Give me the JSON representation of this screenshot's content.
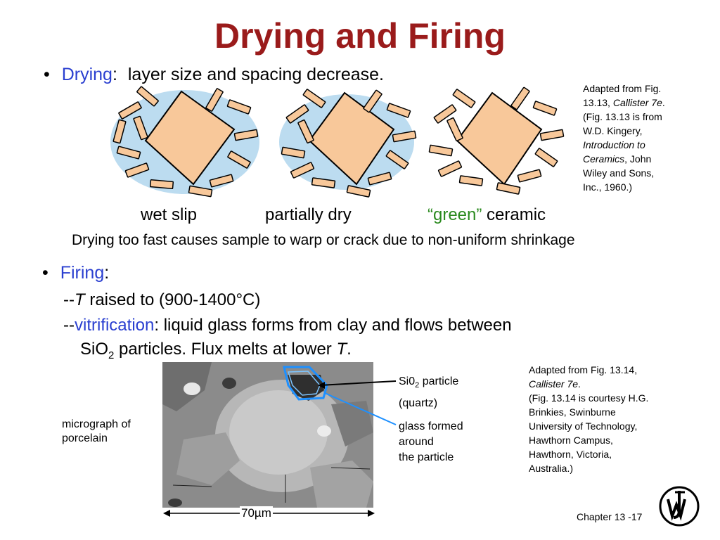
{
  "title": "Drying and Firing",
  "drying": {
    "bullet": "•",
    "term": "Drying",
    "colon": ":",
    "text": "layer size and spacing decrease.",
    "stages": [
      "wet slip",
      "partially dry"
    ],
    "green_label": "“green”",
    "ceramic_word": "ceramic",
    "note": "Drying too fast causes sample to warp or crack due to non-uniform shrinkage",
    "source_caption": {
      "line1": "Adapted from Fig.",
      "line2_a": "13.13, ",
      "line2_italic": "Callister 7e",
      "line2_b": ".",
      "line3": "(Fig. 13.13 is from",
      "line4": "W.D. Kingery,",
      "line5_italic": "Introduction to",
      "line6_italic": "Ceramics",
      "line6_b": ", John",
      "line7": "Wiley and Sons,",
      "line8": "Inc., 1960.)"
    }
  },
  "firing": {
    "bullet": "•",
    "term": "Firing",
    "colon": ":",
    "line1_dash": "--",
    "line1_italic": "T",
    "line1_text": " raised to (900-1400°C)",
    "line2_dash": "--",
    "line2_term": "vitrification",
    "line2_text": ":  liquid glass forms from clay and flows between",
    "line3_a": "SiO",
    "line3_sub": "2",
    "line3_b": " particles. Flux melts at lower ",
    "line3_italic": "T",
    "line3_c": ".",
    "micrograph_label_1": "micrograph of",
    "micrograph_label_2": "porcelain",
    "particle_label_a": "Si0",
    "particle_label_sub": "2",
    "particle_label_b": " particle",
    "particle_label_2": "(quartz)",
    "glass_label_1": "glass formed",
    "glass_label_2": "around",
    "glass_label_3": "the particle",
    "scale": "70µm",
    "source_caption": {
      "line1": "Adapted from Fig. 13.14,",
      "line2_italic": "Callister 7e",
      "line2_b": ".",
      "line3": "(Fig. 13.14 is courtesy H.G.",
      "line4": "Brinkies, Swinburne",
      "line5": "University of Technology,",
      "line6": "Hawthorn Campus,",
      "line7": "Hawthorn, Victoria,",
      "line8": "Australia.)"
    }
  },
  "footer": {
    "chapter": "Chapter 13 -",
    "page": "17"
  },
  "colors": {
    "title": "#9a1b1b",
    "accent_blue": "#2a3fd0",
    "green": "#2a8a1e",
    "particle_fill": "#f8c89a",
    "water_fill": "#bcdcf0",
    "highlight": "#1e90ff"
  },
  "icons": [
    "bullet-icon",
    "wiley-logo-icon"
  ]
}
